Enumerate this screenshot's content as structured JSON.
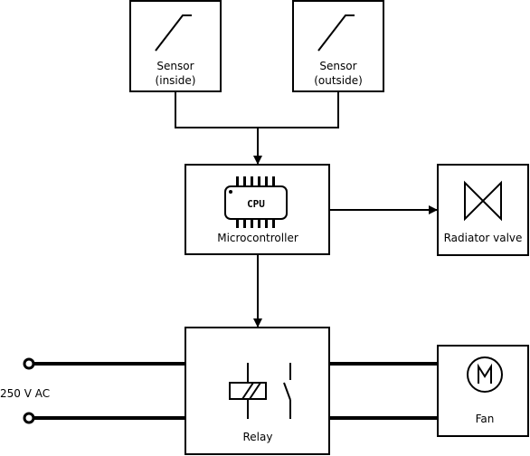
{
  "sensor_inside": {
    "line1": "Sensor",
    "line2": "(inside)"
  },
  "sensor_outside": {
    "line1": "Sensor",
    "line2": "(outside)"
  },
  "microcontroller": {
    "label": "Microcontroller",
    "chip_text": "CPU"
  },
  "radiator_valve": {
    "label": "Radiator valve"
  },
  "relay": {
    "label": "Relay"
  },
  "fan": {
    "label": "Fan",
    "motor_symbol": "M"
  },
  "power": {
    "label": "250 V AC"
  }
}
